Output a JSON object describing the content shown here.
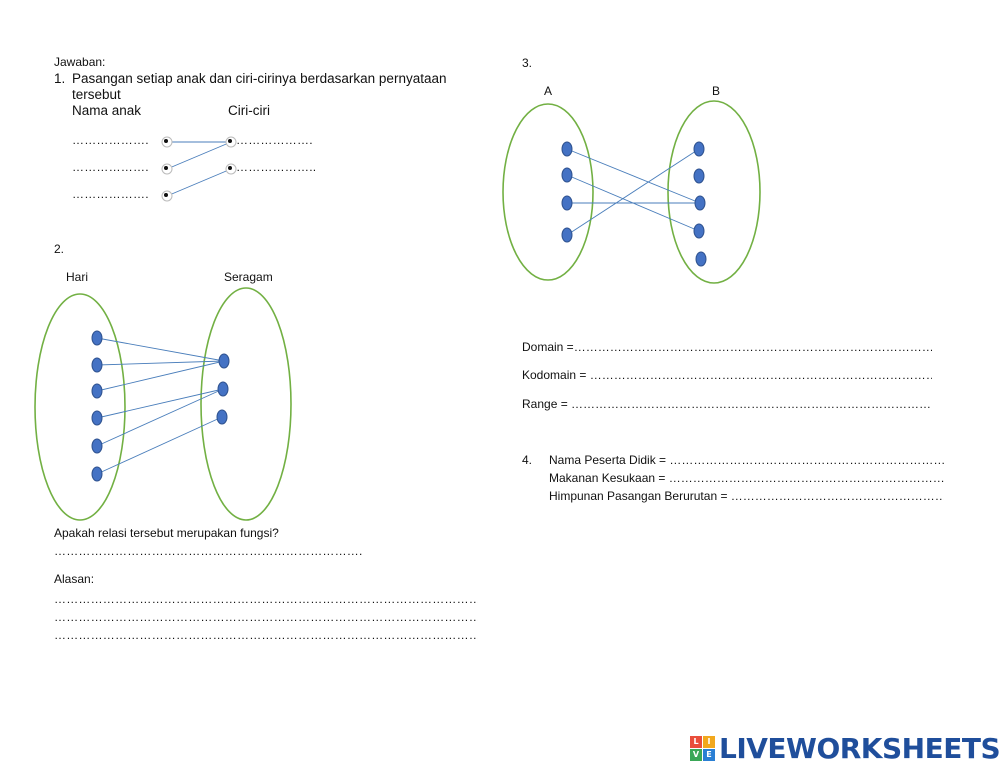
{
  "q1": {
    "heading": "Jawaban:",
    "number": "1.",
    "statement": "Pasangan setiap anak dan ciri-cirinya berdasarkan pernyataan",
    "statement_cont": "tersebut",
    "col_left": "Nama anak",
    "col_right": "Ciri-ciri",
    "left_blanks": [
      "……………….",
      "……………….",
      "………………."
    ],
    "right_blanks": [
      "……………….",
      "……………….."
    ]
  },
  "q2": {
    "number": "2.",
    "set_left": "Hari",
    "set_right": "Seragam",
    "question": "Apakah relasi tersebut merupakan fungsi?",
    "answer_blank": "………………………………………………………………….",
    "reason_label": "Alasan:",
    "reason_blanks": [
      "…………………………………………………………………………………………………………………….",
      "…………………………………………………………………………………………………………………….",
      "……………………………………………………………………………………………………………………."
    ]
  },
  "q3": {
    "number": "3.",
    "set_left": "A",
    "set_right": "B",
    "domain": "Domain      =………………………………………………………………………………………………",
    "codomain": "Kodomain  = ……………………………………………………………………………………………….",
    "range": "Range         = ……………………………………………………………………………………….."
  },
  "q4": {
    "number": "4.",
    "line1": "Nama Peserta Didik = …………………………………………………………………………",
    "line2": "Makanan Kesukaan = …………………………………………………………………………",
    "line3": "Himpunan Pasangan Berurutan = ………………………………………………………"
  },
  "brand": {
    "name": "LIVEWORKSHEETS",
    "mark_letters": [
      "L",
      "I",
      "V",
      "E"
    ],
    "mark_colors": [
      "#e94e3b",
      "#f2a81d",
      "#3aa757",
      "#2a7fd4"
    ]
  }
}
